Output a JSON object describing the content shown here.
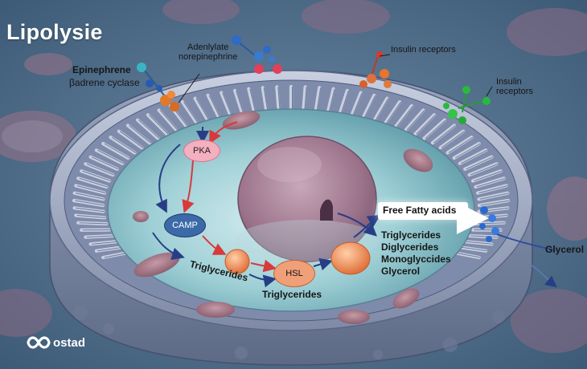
{
  "title": "Lipolysie",
  "labels": {
    "epinephrene": "Epinephrene",
    "adrenergic": "βadrene cyclase",
    "adenylate": "Adenlylate\nnorepinephrine",
    "insulin_top": "Insulin receptors",
    "insulin_right": "Insulin\nreceptors",
    "ffa": "Free Fatty acids",
    "products": [
      "Triglycerides",
      "Diglycerides",
      "Monoglyccides",
      "Glycerol"
    ],
    "glycerol": "Glycerol",
    "trig_left": "Triglycerides",
    "trig_bottom": "Triglycerides"
  },
  "nodes": {
    "pka": "PKA",
    "camp": "CAMP",
    "hsl": "HSL"
  },
  "brand": {
    "name": "ostad",
    "icon": "infinity-logo-icon"
  },
  "colors": {
    "background": "#4e6f8c",
    "cytoplasm": "#8fc8cf",
    "nucleus": "#a27d94",
    "pka_node": "#f3b0bf",
    "camp_node": "#3c6aa8",
    "hsl_node": "#f0a078",
    "arrow_red": "#d83a3a",
    "arrow_blue": "#273e86"
  }
}
